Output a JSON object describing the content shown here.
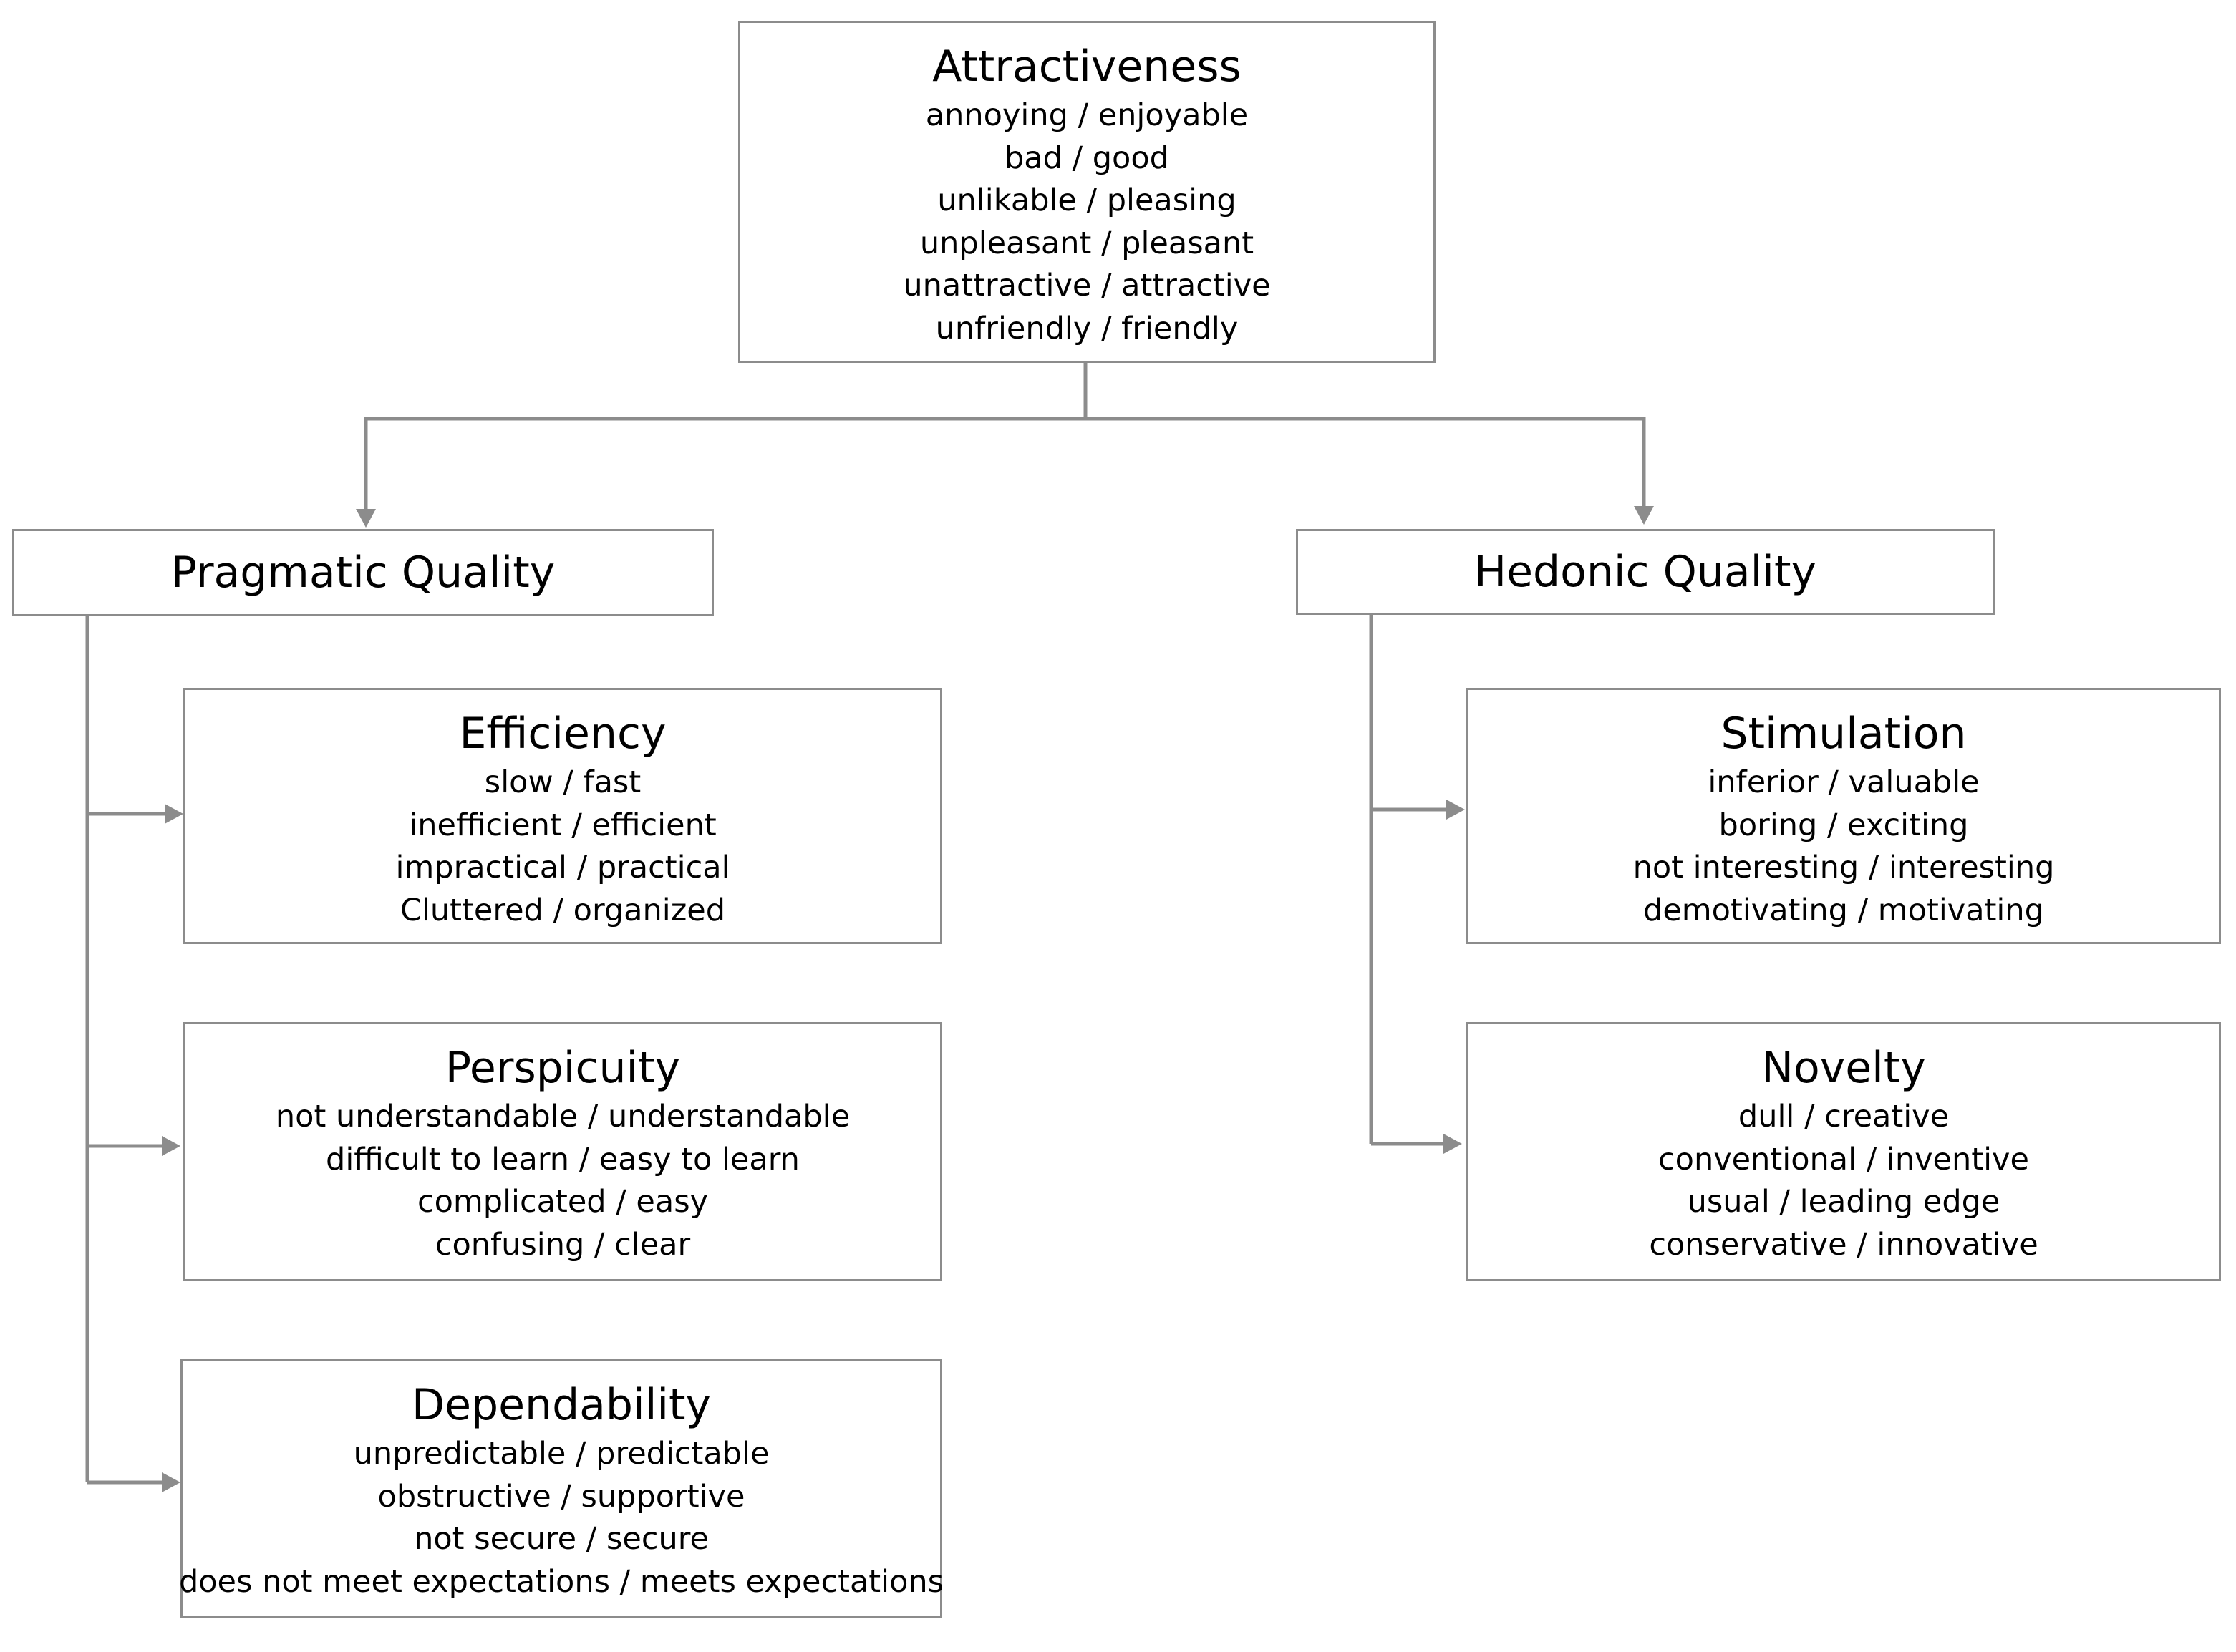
{
  "nodes": {
    "attractiveness": {
      "title": "Attractiveness",
      "items": [
        "annoying / enjoyable",
        "bad / good",
        "unlikable / pleasing",
        "unpleasant / pleasant",
        "unattractive / attractive",
        "unfriendly / friendly"
      ]
    },
    "pragmatic": {
      "title": "Pragmatic Quality"
    },
    "hedonic": {
      "title": "Hedonic Quality"
    },
    "efficiency": {
      "title": "Efficiency",
      "items": [
        "slow / fast",
        "inefficient / efficient",
        "impractical / practical",
        "Cluttered / organized"
      ]
    },
    "perspicuity": {
      "title": "Perspicuity",
      "items": [
        "not understandable / understandable",
        "difficult to learn / easy to learn",
        "complicated / easy",
        "confusing / clear"
      ]
    },
    "dependability": {
      "title": "Dependability",
      "items": [
        "unpredictable / predictable",
        "obstructive / supportive",
        "not secure / secure",
        "does not meet expectations / meets expectations"
      ]
    },
    "stimulation": {
      "title": "Stimulation",
      "items": [
        "inferior / valuable",
        "boring / exciting",
        "not interesting / interesting",
        "demotivating / motivating"
      ]
    },
    "novelty": {
      "title": "Novelty",
      "items": [
        "dull / creative",
        "conventional / inventive",
        "usual / leading edge",
        "conservative / innovative"
      ]
    }
  },
  "edges": [
    {
      "from": "attractiveness",
      "to": "pragmatic"
    },
    {
      "from": "attractiveness",
      "to": "hedonic"
    },
    {
      "from": "pragmatic",
      "to": "efficiency"
    },
    {
      "from": "pragmatic",
      "to": "perspicuity"
    },
    {
      "from": "pragmatic",
      "to": "dependability"
    },
    {
      "from": "hedonic",
      "to": "stimulation"
    },
    {
      "from": "hedonic",
      "to": "novelty"
    }
  ],
  "colors": {
    "border": "#8c8c8c",
    "connector": "#8c8c8c",
    "text": "#000000",
    "background": "#ffffff"
  }
}
